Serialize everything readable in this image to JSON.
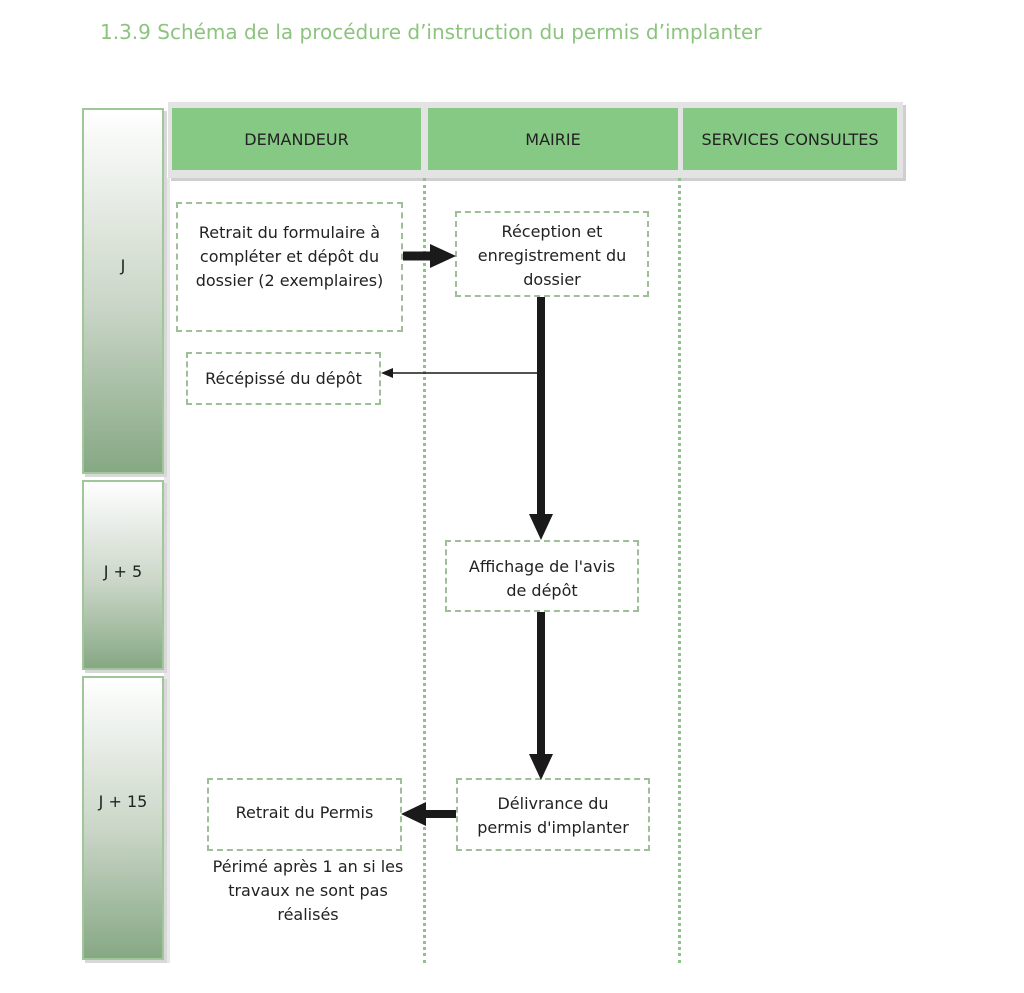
{
  "title": "1.3.9 Schéma de la procédure d’instruction du permis d’implanter",
  "lanes": {
    "demandeur": "DEMANDEUR",
    "mairie": "MAIRIE",
    "services": "SERVICES CONSULTES"
  },
  "times": {
    "j": "J",
    "j5": "J + 5",
    "j15": "J + 15"
  },
  "steps": {
    "retrait_formulaire": "Retrait du formulaire à compléter et dépôt du dossier (2 exemplaires)",
    "reception": "Réception et enregistrement du dossier",
    "recepisse": "Récépissé du dépôt",
    "affichage": "Affichage de l'avis de dépôt",
    "delivrance": "Délivrance du permis d'implanter",
    "retrait_permis": "Retrait du Permis"
  },
  "note": "Périmé après 1 an si les travaux ne sont pas réalisés",
  "colors": {
    "title": "#8cc47f",
    "lane_header": "#86c985",
    "dotted_line": "#8fc28a",
    "arrow": "#1a1a1a"
  }
}
